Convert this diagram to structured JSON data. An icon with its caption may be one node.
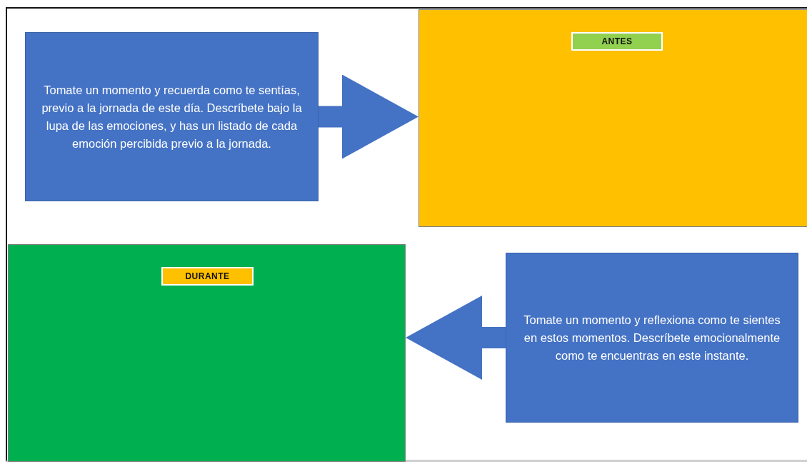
{
  "diagram": {
    "nodes": [
      {
        "text": [
          "Tomate un momento y recuerda como te sentías, previo a la jornada de este día. Descríbete bajo la lupa de las emociones, y has un listado de cada emoción percibida previo a la jornada."
        ]
      },
      {
        "text": [],
        "shape": "box"
      },
      {
        "text": [
          "ANTES"
        ],
        "in": 1
      },
      {
        "text": [],
        "shape": "box"
      },
      {
        "text": [
          "DURANTE"
        ],
        "in": 3
      },
      {
        "text": [
          "Tomate un momento y reflexiona como te sientes en estos momentos. Descríbete emocionalmente como te encuentras en este instante."
        ]
      }
    ],
    "edges": [
      {
        "from": 0,
        "to": 1,
        "arrow": "to"
      },
      {
        "from": 5,
        "to": 3,
        "arrow": "to"
      }
    ]
  }
}
